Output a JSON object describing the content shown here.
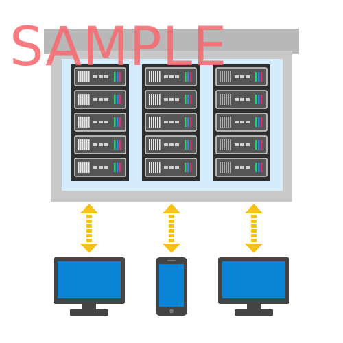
{
  "watermark": {
    "text": "SAMPLE"
  },
  "colors": {
    "frame": "#c9c9c9",
    "frame_shadow": "#b8b8b8",
    "room_background": "#d4ecfb",
    "rack_body": "#2e2e2e",
    "server_face": "#555555",
    "server_border": "#d6d6d6",
    "led_green": "#2ecc71",
    "led_blue": "#2e86de",
    "led_magenta": "#d6336c",
    "arrow": "#f5c211",
    "device_body": "#444444",
    "device_screen": "#0a84d6",
    "watermark": "#f6696e"
  },
  "server_room": {
    "racks": [
      {
        "name": "rack-left",
        "servers": 5
      },
      {
        "name": "rack-center",
        "servers": 5
      },
      {
        "name": "rack-right",
        "servers": 5
      }
    ]
  },
  "connections": [
    {
      "name": "arrow-to-desktop-left",
      "direction": "bidirectional"
    },
    {
      "name": "arrow-to-smartphone",
      "direction": "bidirectional"
    },
    {
      "name": "arrow-to-desktop-right",
      "direction": "bidirectional"
    }
  ],
  "clients": [
    {
      "name": "desktop-monitor-left-icon",
      "type": "desktop-monitor"
    },
    {
      "name": "smartphone-icon",
      "type": "smartphone"
    },
    {
      "name": "desktop-monitor-right-icon",
      "type": "desktop-monitor"
    }
  ]
}
